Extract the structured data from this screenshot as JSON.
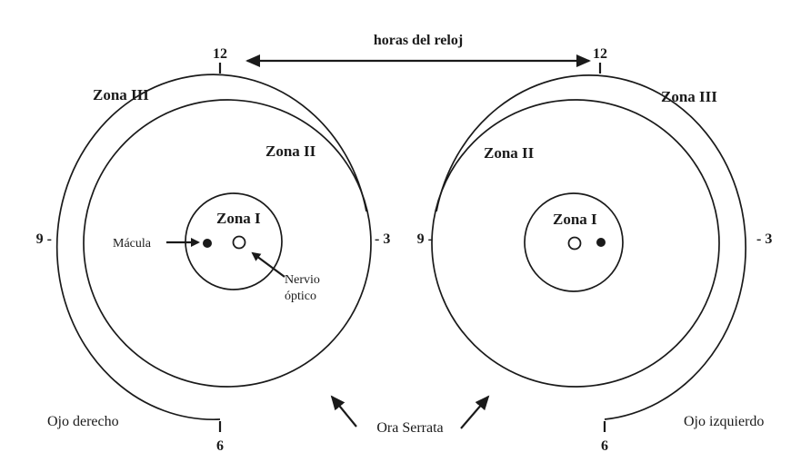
{
  "header": {
    "clock_hours_label": "horas del reloj"
  },
  "right_eye": {
    "caption": "Ojo derecho",
    "zone1": "Zona I",
    "zone2": "Zona II",
    "zone3": "Zona III",
    "macula": "Mácula",
    "optic_nerve_line1": "Nervio",
    "optic_nerve_line2": "óptico",
    "clock_12": "12",
    "clock_3": "- 3",
    "clock_6": "6",
    "clock_9": "9 -"
  },
  "left_eye": {
    "caption": "Ojo izquierdo",
    "zone1": "Zona I",
    "zone2": "Zona II",
    "zone3": "Zona III",
    "clock_12": "12",
    "clock_3": "- 3",
    "clock_6": "6",
    "clock_9": "9 -"
  },
  "footer": {
    "ora_serrata_label": "Ora Serrata"
  },
  "colors": {
    "ink": "#1a1a1a",
    "background": "#ffffff"
  }
}
